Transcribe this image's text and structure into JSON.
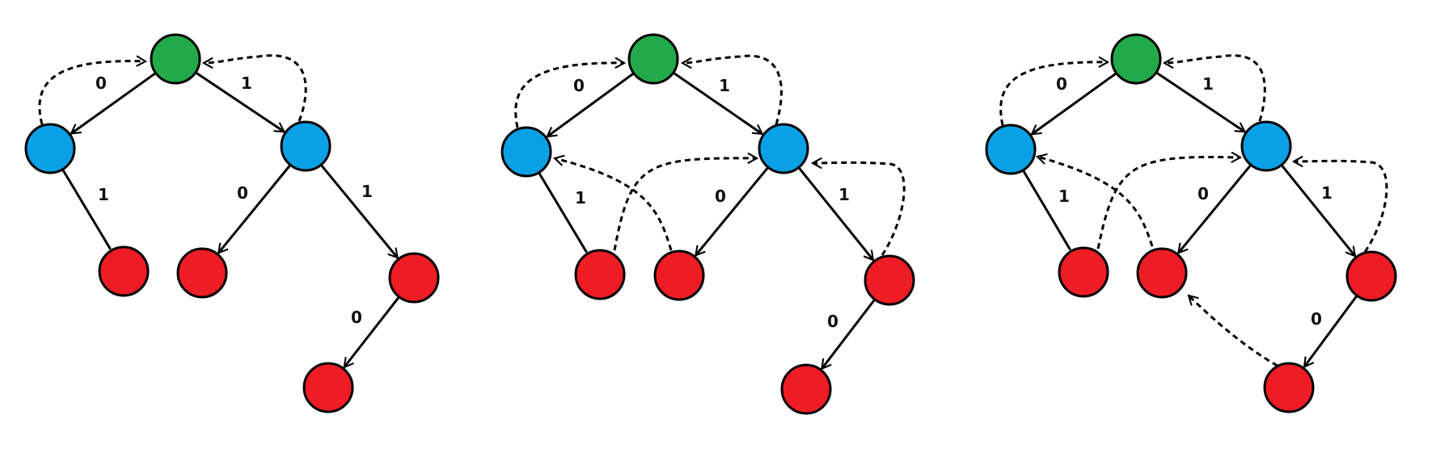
{
  "colors": {
    "root": "#22aa4a",
    "inner": "#0aa0e6",
    "leaf": "#ee1c24",
    "stroke": "#000000"
  },
  "diagrams": [
    {
      "nodes": [
        {
          "id": "a1",
          "kind": "root"
        },
        {
          "id": "a2",
          "kind": "inner"
        },
        {
          "id": "a3",
          "kind": "inner"
        },
        {
          "id": "a4",
          "kind": "leaf"
        },
        {
          "id": "a5",
          "kind": "leaf"
        },
        {
          "id": "a6",
          "kind": "leaf"
        },
        {
          "id": "a7",
          "kind": "leaf"
        }
      ],
      "edge_labels": [
        "0",
        "1",
        "1",
        "0",
        "1",
        "0"
      ]
    },
    {
      "nodes": [
        {
          "id": "b1",
          "kind": "root"
        },
        {
          "id": "b2",
          "kind": "inner"
        },
        {
          "id": "b3",
          "kind": "inner"
        },
        {
          "id": "b4",
          "kind": "leaf"
        },
        {
          "id": "b5",
          "kind": "leaf"
        },
        {
          "id": "b6",
          "kind": "leaf"
        },
        {
          "id": "b7",
          "kind": "leaf"
        }
      ],
      "edge_labels": [
        "0",
        "1",
        "1",
        "0",
        "1",
        "0"
      ]
    },
    {
      "nodes": [
        {
          "id": "c1",
          "kind": "root"
        },
        {
          "id": "c2",
          "kind": "inner"
        },
        {
          "id": "c3",
          "kind": "inner"
        },
        {
          "id": "c4",
          "kind": "leaf"
        },
        {
          "id": "c5",
          "kind": "leaf"
        },
        {
          "id": "c6",
          "kind": "leaf"
        },
        {
          "id": "c7",
          "kind": "leaf"
        }
      ],
      "edge_labels": [
        "0",
        "1",
        "1",
        "0",
        "1",
        "0"
      ]
    }
  ]
}
